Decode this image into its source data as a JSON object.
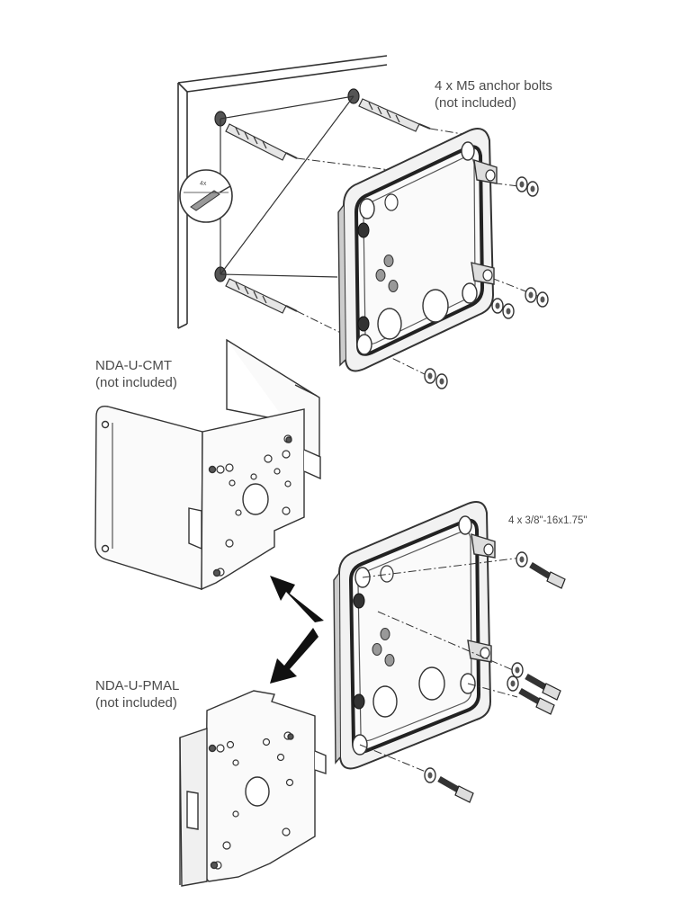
{
  "labels": {
    "anchor_bolts": {
      "line1": "4 x M5 anchor bolts",
      "line2": "(not included)"
    },
    "cmt": {
      "line1": "NDA-U-CMT",
      "line2": "(not included)"
    },
    "bolts": {
      "line1": "4 x 3/8\"-16x1.75\""
    },
    "pmal": {
      "line1": "NDA-U-PMAL",
      "line2": "(not included)"
    },
    "detail": "4x"
  },
  "colors": {
    "line": "#333333",
    "shade": "#777777",
    "dark": "#222222",
    "arrow": "#111111",
    "text": "#4a4a4a"
  }
}
